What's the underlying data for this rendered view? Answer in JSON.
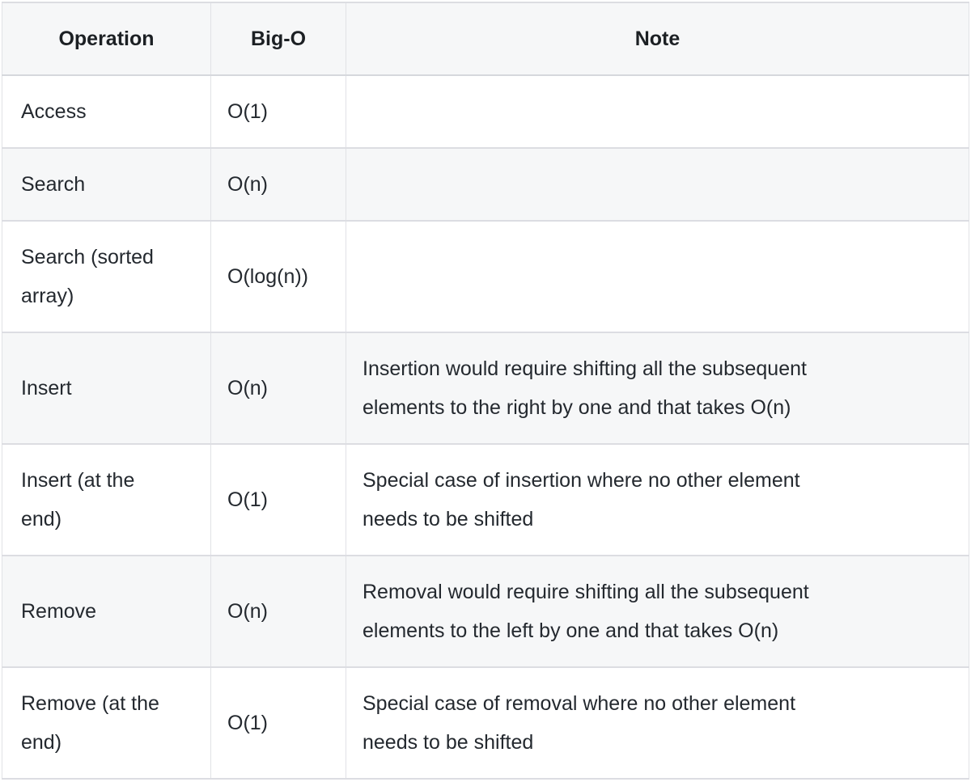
{
  "colors": {
    "page_background": "#ffffff",
    "header_background": "#f6f7f8",
    "stripe_row_background": "#f6f7f8",
    "plain_row_background": "#ffffff",
    "border": "#dcdde2",
    "header_text": "#1c2024",
    "body_text": "#24292f"
  },
  "table": {
    "columns": [
      "Operation",
      "Big-O",
      "Note"
    ],
    "rows": [
      {
        "operation": "Access",
        "bigO": "O(1)",
        "note": ""
      },
      {
        "operation": "Search",
        "bigO": "O(n)",
        "note": ""
      },
      {
        "operation": "Search (sorted\narray)",
        "bigO": "O(log(n))",
        "note": ""
      },
      {
        "operation": "Insert",
        "bigO": "O(n)",
        "note": "Insertion would require shifting all the subsequent\nelements to the right by one and that takes O(n)"
      },
      {
        "operation": "Insert (at the\nend)",
        "bigO": "O(1)",
        "note": "Special case of insertion where no other element\nneeds to be shifted"
      },
      {
        "operation": "Remove",
        "bigO": "O(n)",
        "note": "Removal would require shifting all the subsequent\nelements to the left by one and that takes O(n)"
      },
      {
        "operation": "Remove (at the\nend)",
        "bigO": "O(1)",
        "note": "Special case of removal where no other element\nneeds to be shifted"
      }
    ]
  }
}
